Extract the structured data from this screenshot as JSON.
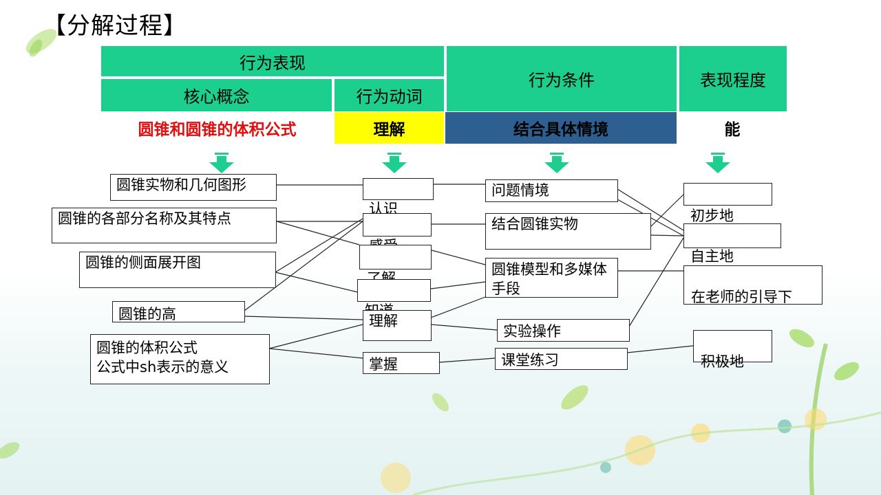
{
  "slide": {
    "title": "【分解过程】"
  },
  "table": {
    "behavior_performance": "行为表现",
    "core_concept": "核心概念",
    "action_verb": "行为动词",
    "behavior_condition": "行为条件",
    "performance_degree": "表现程度",
    "row": {
      "concept": "圆锥和圆锥的体积公式",
      "verb": "理解",
      "condition": "结合具体情境",
      "degree": "能"
    }
  },
  "colors": {
    "header_green": "#1ccf8f",
    "concept_red": "#e01010",
    "verb_yellow": "#ffff00",
    "condition_blue": "#2d6090",
    "arrow_green": "#1ccf8f"
  },
  "concepts": [
    "圆锥实物和几何图形",
    "圆锥的各部分名称及其特点",
    "圆锥的侧面展开图",
    "圆锥的高",
    "圆锥的体积公式",
    "公式中sh表示的意义"
  ],
  "verbs": [
    "认识",
    "感受",
    "了解",
    "知道",
    "理解",
    "掌握"
  ],
  "conditions": [
    "问题情境",
    "结合圆锥实物",
    "圆锥模型和多媒体手段",
    "实验操作",
    "课堂练习"
  ],
  "degrees": [
    "初步地",
    "自主地",
    "在老师的引导下",
    "积极地"
  ]
}
